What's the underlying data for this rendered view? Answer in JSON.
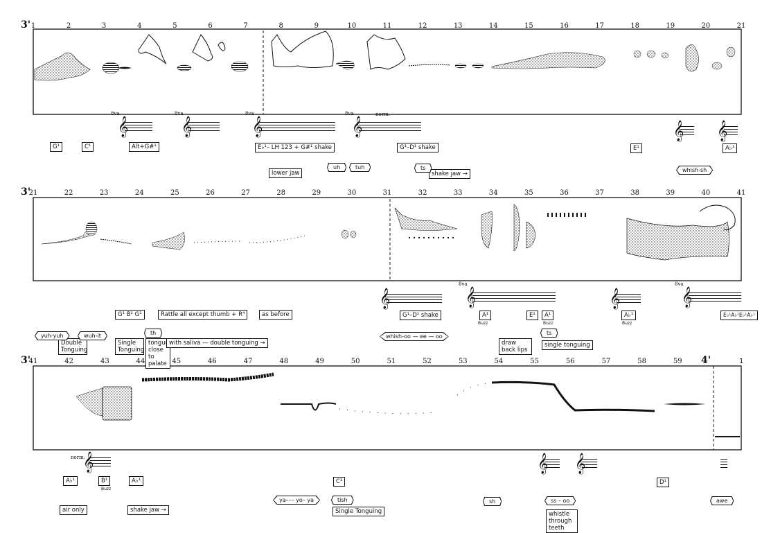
{
  "systems": [
    {
      "label": "3'",
      "ticks": [
        "1",
        "2",
        "3",
        "4",
        "5",
        "6",
        "7",
        "8",
        "9",
        "10",
        "11",
        "12",
        "13",
        "14",
        "15",
        "16",
        "17",
        "18",
        "19",
        "20",
        "21"
      ],
      "boxes": [
        "G¹",
        "C¹",
        "Alt+G#¹",
        "E♭¹– LH 123 + G#¹ shake",
        "lower jaw",
        "G¹–D¹ shake",
        "shake jaw →",
        "E¹",
        "A♭¹"
      ],
      "diamonds": [
        "uh",
        "tuh",
        "ts",
        "whish-sh"
      ],
      "staff_texts": [
        "8va",
        "8va",
        "8va",
        "8va",
        "norm."
      ]
    },
    {
      "label": "3'",
      "ticks": [
        "21",
        "22",
        "23",
        "24",
        "25",
        "26",
        "27",
        "28",
        "29",
        "30",
        "31",
        "32",
        "33",
        "34",
        "35",
        "36",
        "37",
        "38",
        "39",
        "40",
        "41"
      ],
      "boxes": [
        "G¹ B¹ G¹",
        "Rattle all except thumb + R⁴",
        "as before",
        "G¹–D¹ shake",
        "A¹",
        "E¹",
        "A¹",
        "A♭¹",
        "E♭¹A♭¹E♭¹A♭¹",
        "Double Tonguing",
        "Single Tonguing",
        "tongue close to palate",
        "with saliva — double tonguing →",
        "draw back lips",
        "single tonguing"
      ],
      "diamonds": [
        "yuh-yuh",
        "wuh-it",
        "th",
        "whish-oo — ee — oo",
        "ts"
      ],
      "staff_texts": [
        "Buzz",
        "Buzz",
        "Buzz",
        "8va",
        "8va"
      ]
    },
    {
      "label": "3'",
      "end_label": "4'",
      "ticks": [
        "41",
        "42",
        "43",
        "44",
        "45",
        "46",
        "47",
        "48",
        "49",
        "50",
        "51",
        "52",
        "53",
        "54",
        "55",
        "56",
        "57",
        "58",
        "59"
      ],
      "end_tick": "1",
      "boxes": [
        "A♭¹",
        "B¹",
        "A♭¹",
        "C¹",
        "D¹",
        "air only",
        "shake jaw →",
        "Single Tonguing",
        "whistle through teeth"
      ],
      "diamonds": [
        "ya––– yo– ya",
        "tish",
        "sh",
        "ss – oo",
        "awe"
      ],
      "staff_texts": [
        "norm.",
        "Buzz"
      ]
    }
  ]
}
